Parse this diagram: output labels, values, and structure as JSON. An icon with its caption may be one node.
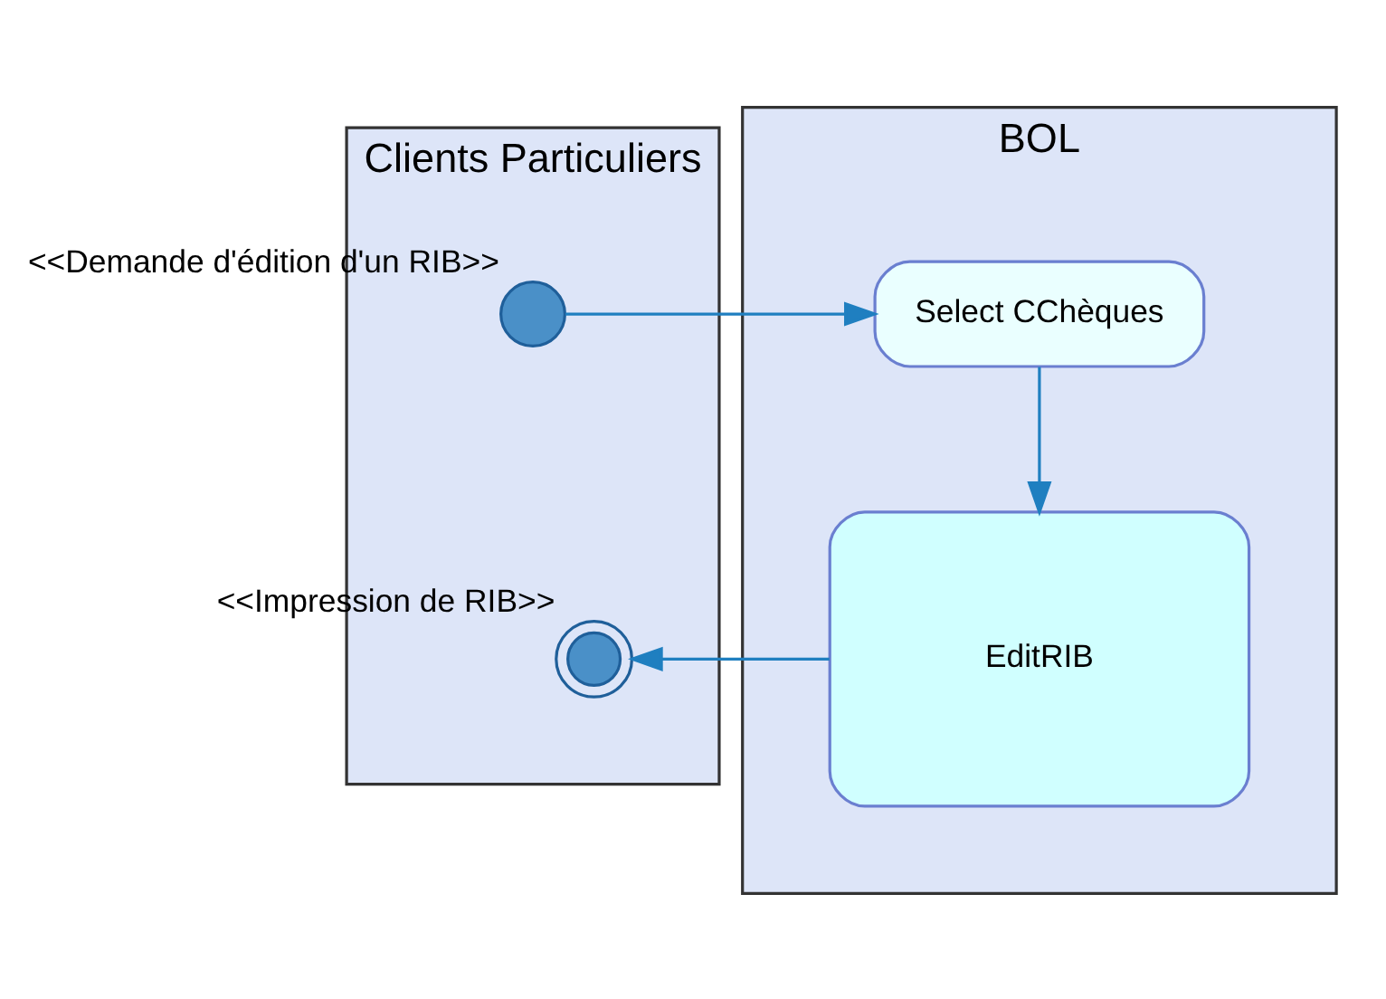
{
  "diagram": {
    "nodes": [
      {
        "text": [
          "Clients Particuliers"
        ]
      },
      {
        "text": [
          "BOL"
        ]
      },
      {
        "text": [],
        "shape": "circle",
        "in": 0,
        "beside": [
          "<<Demande d'édition d'un RIB>>"
        ]
      },
      {
        "text": [
          "Select CChèques"
        ],
        "in": 1
      },
      {
        "text": [
          "EditRIB"
        ],
        "in": 1
      },
      {
        "text": [],
        "shape": "circle",
        "in": 0,
        "beside": [
          "<<Impression de RIB>>"
        ]
      }
    ],
    "edges": [
      {
        "from": 2,
        "to": 3,
        "arrow": "to"
      },
      {
        "from": 3,
        "to": 4,
        "arrow": "to"
      },
      {
        "from": 4,
        "to": 5,
        "arrow": "to"
      }
    ]
  }
}
